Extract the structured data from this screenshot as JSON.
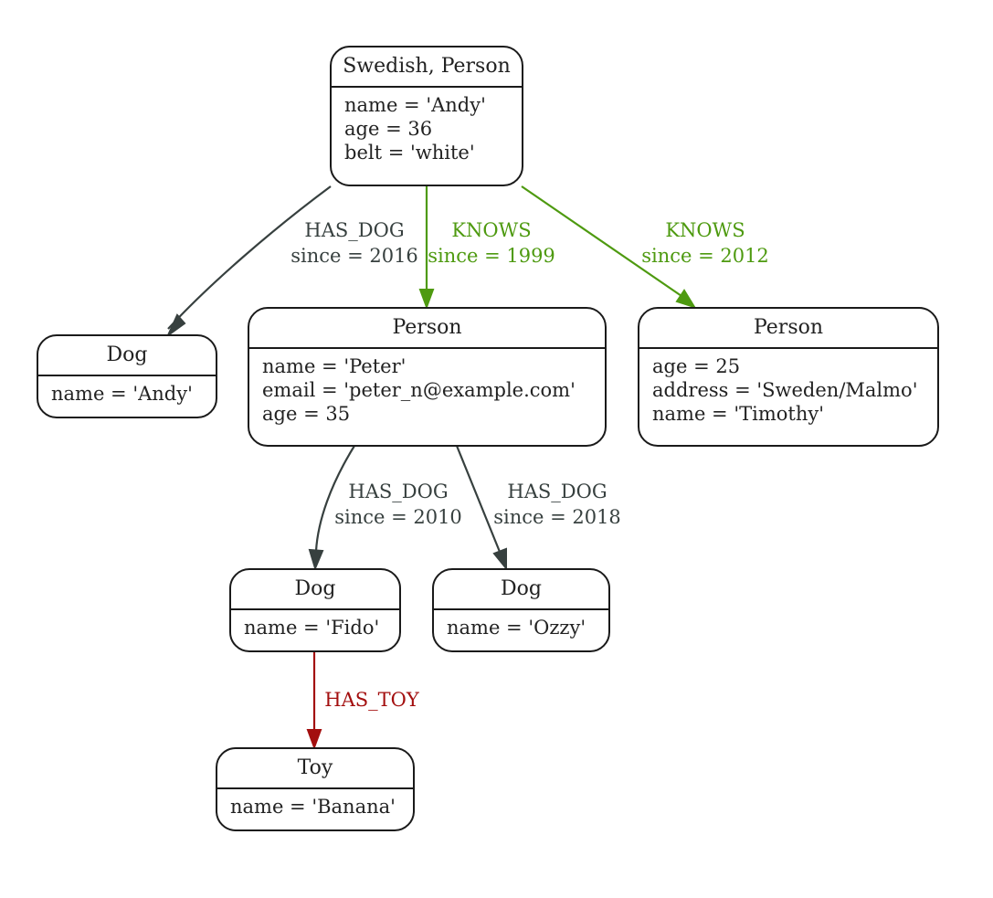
{
  "colors": {
    "node_border": "#1a1a1a",
    "edge_dark": "#37403f",
    "edge_knows": "#4e9a10",
    "edge_toy": "#a30f0f"
  },
  "nodes": {
    "andy": {
      "label": "Swedish, Person",
      "props": [
        "name = 'Andy'",
        "age = 36",
        "belt = 'white'"
      ]
    },
    "dog_andy": {
      "label": "Dog",
      "props": [
        "name = 'Andy'"
      ]
    },
    "peter": {
      "label": "Person",
      "props": [
        "name = 'Peter'",
        "email = 'peter_n@example.com'",
        "age = 35"
      ]
    },
    "timothy": {
      "label": "Person",
      "props": [
        "age = 25",
        "address = 'Sweden/Malmo'",
        "name = 'Timothy'"
      ]
    },
    "fido": {
      "label": "Dog",
      "props": [
        "name = 'Fido'"
      ]
    },
    "ozzy": {
      "label": "Dog",
      "props": [
        "name = 'Ozzy'"
      ]
    },
    "toy": {
      "label": "Toy",
      "props": [
        "name = 'Banana'"
      ]
    }
  },
  "edges": {
    "andy_dog": {
      "type": "HAS_DOG",
      "prop": "since = 2016"
    },
    "andy_peter": {
      "type": "KNOWS",
      "prop": "since = 1999"
    },
    "andy_timothy": {
      "type": "KNOWS",
      "prop": "since = 2012"
    },
    "peter_fido": {
      "type": "HAS_DOG",
      "prop": "since = 2010"
    },
    "peter_ozzy": {
      "type": "HAS_DOG",
      "prop": "since = 2018"
    },
    "fido_toy": {
      "type": "HAS_TOY",
      "prop": ""
    }
  }
}
